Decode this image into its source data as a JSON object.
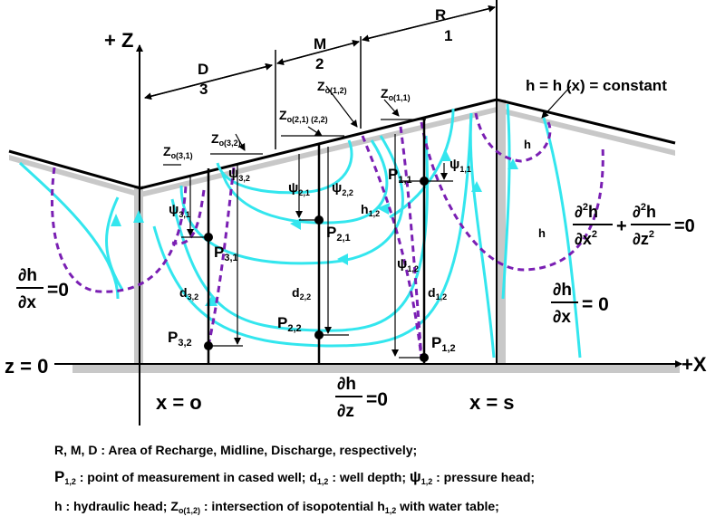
{
  "zones": {
    "r_letter": "R",
    "r_num": "1",
    "m_letter": "M",
    "m_num": "2",
    "d_letter": "D",
    "d_num": "3"
  },
  "axes": {
    "z_axis": "+ Z",
    "x_axis": "+X",
    "z_zero": "z = 0",
    "x_origin": "x = o",
    "x_s": "x = s"
  },
  "water_table": "h = h (x) = constant",
  "z_labels": [
    {
      "main": "Z",
      "sub": "o(1,2)"
    },
    {
      "main": "Z",
      "sub": "o(1,1)"
    },
    {
      "main": "Z",
      "sub": "o(2,1) (2,2)"
    },
    {
      "main": "Z",
      "sub": "o(3,2)"
    },
    {
      "main": "Z",
      "sub": "o(3,1)"
    }
  ],
  "psi_labels": [
    {
      "main": "ψ",
      "sub": "1,1"
    },
    {
      "main": "ψ",
      "sub": "2,1"
    },
    {
      "main": "ψ",
      "sub": "2,2"
    },
    {
      "main": "ψ",
      "sub": "3,1"
    },
    {
      "main": "ψ",
      "sub": "3,2"
    },
    {
      "main": "ψ",
      "sub": "1,2"
    }
  ],
  "points": [
    {
      "main": "P",
      "sub": "1,1"
    },
    {
      "main": "P",
      "sub": "2,1"
    },
    {
      "main": "P",
      "sub": "3,1"
    },
    {
      "main": "P",
      "sub": "3,2"
    },
    {
      "main": "P",
      "sub": "2,2"
    },
    {
      "main": "P",
      "sub": "1,2"
    }
  ],
  "depths": [
    {
      "main": "d",
      "sub": "3,2"
    },
    {
      "main": "d",
      "sub": "2,2"
    },
    {
      "main": "d",
      "sub": "1,2"
    }
  ],
  "heads": {
    "h12_main": "h",
    "h12_sub": "1,2",
    "h_a": "h",
    "h_b": "h"
  },
  "equations": {
    "partial": "∂",
    "h": "h",
    "x": "x",
    "z": "z",
    "two": "2",
    "plus": "+",
    "equals_zero": "= 0",
    "eq_zero_tight": "=0"
  },
  "legend": {
    "line1_keys": "R, M, D",
    "line1_text": " : Area of Recharge, Midline, Discharge, respectively;",
    "line2_p": "P",
    "line2_p_sub": "1,2",
    "line2_text_a": " : point of measurement in cased well; ",
    "line2_d": "d",
    "line2_d_sub": "1,2",
    "line2_text_b": " : well depth; ",
    "line2_psi": "ψ",
    "line2_psi_sub": "1,2",
    "line2_text_c": " : pressure head;",
    "line3_h": "h",
    "line3_text_a": " : hydraulic head; ",
    "line3_z": "Z",
    "line3_z_sub": "o(1,2)",
    "line3_text_b": " : intersection of isopotential ",
    "line3_h2": "h",
    "line3_h2_sub": "1,2",
    "line3_text_c": " with water table;"
  },
  "colors": {
    "flow_line": "#33e6ee",
    "isopotential": "#7a1fb3",
    "boundary": "#c8c8c8",
    "ink": "#000000"
  }
}
